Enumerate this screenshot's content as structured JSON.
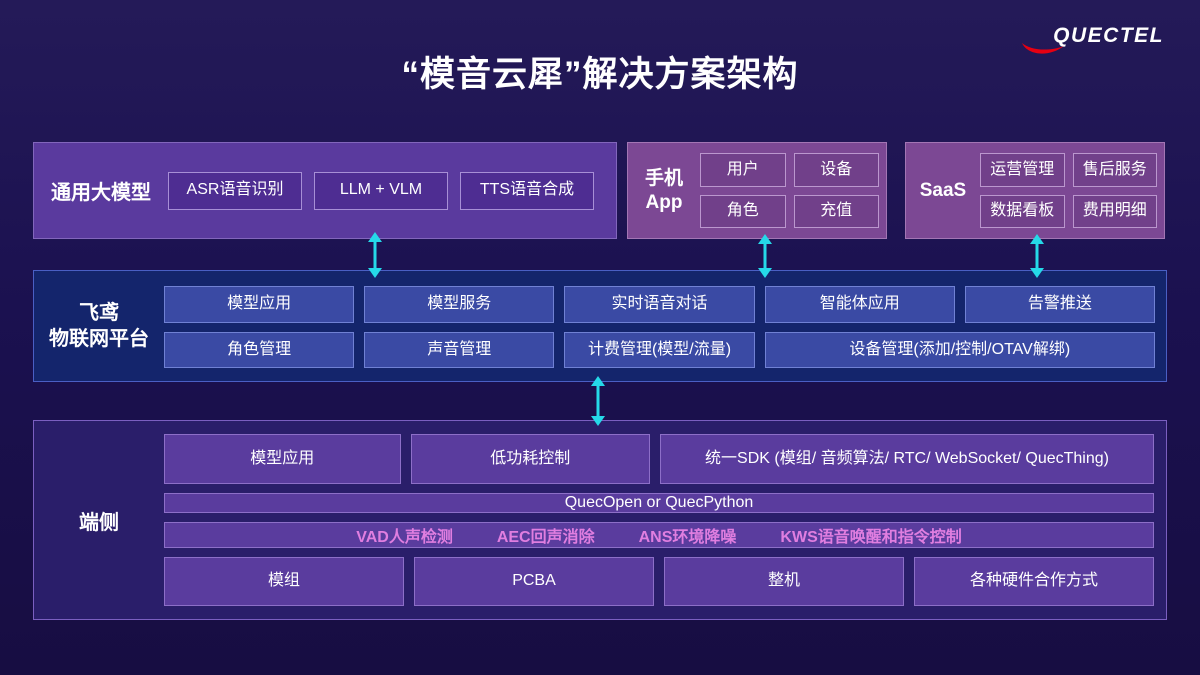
{
  "logo": {
    "text": "QUECTEL"
  },
  "title": "“模音云犀”解决方案架构",
  "colors": {
    "accent_cyan": "#25D9E8",
    "logo_red": "#E60012",
    "purple_box": "#5A3A9E",
    "mauve_box": "#7C4894",
    "platform_band": "#14256C",
    "platform_chip": "#3A4AA4",
    "device_box": "#2A1E6A",
    "device_chip": "#5A3C9E",
    "algo_pink": "#E07EE0"
  },
  "top_row": {
    "general_model": {
      "label": "通用大模型",
      "items": [
        "ASR语音识别",
        "LLM + VLM",
        "TTS语音合成"
      ]
    },
    "phone_app": {
      "label_line1": "手机",
      "label_line2": "App",
      "items": [
        "用户",
        "设备",
        "角色",
        "充值"
      ]
    },
    "saas": {
      "label": "SaaS",
      "items": [
        "运营管理",
        "售后服务",
        "数据看板",
        "费用明细"
      ]
    }
  },
  "platform": {
    "label_line1": "飞鸢",
    "label_line2": "物联网平台",
    "row1": [
      "模型应用",
      "模型服务",
      "实时语音对话",
      "智能体应用",
      "告警推送"
    ],
    "row2": [
      "角色管理",
      "声音管理",
      "计费管理(模型/流量)",
      "设备管理(添加/控制/OTAV解绑)"
    ]
  },
  "device": {
    "label": "端侧",
    "row1": [
      "模型应用",
      "低功耗控制",
      "统一SDK (模组/ 音频算法/ RTC/ WebSocket/ QuecThing)"
    ],
    "row2": "QuecOpen or QuecPython",
    "row3": [
      "VAD人声检测",
      "AEC回声消除",
      "ANS环境降噪",
      "KWS语音唤醒和指令控制"
    ],
    "row4": [
      "模组",
      "PCBA",
      "整机",
      "各种硬件合作方式"
    ]
  }
}
